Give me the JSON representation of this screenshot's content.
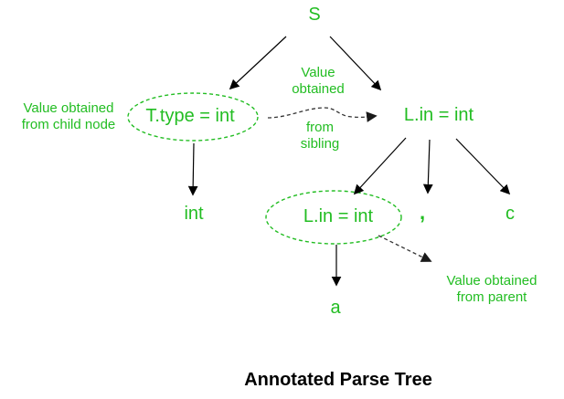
{
  "diagram": {
    "caption": "Annotated Parse Tree",
    "colors": {
      "node_green": "#22bd22",
      "solid_arrow": "#000000",
      "dashed_arrow": "#333333",
      "caption_black": "#000000",
      "background": "#ffffff"
    },
    "nodes": {
      "root": "S",
      "t_type": "T.type = int",
      "l_in": "L.in = int",
      "l_in_child": "L.in = int",
      "leaf_int": "int",
      "leaf_comma": ",",
      "leaf_c": "c",
      "leaf_a": "a"
    },
    "annotations": {
      "child_node": {
        "line1": "Value obtained",
        "line2": "from child node"
      },
      "sibling_top": {
        "line1": "Value",
        "line2": "obtained"
      },
      "sibling_bottom": {
        "line1": "from",
        "line2": "sibling"
      },
      "parent": {
        "line1": "Value obtained",
        "line2": "from parent"
      }
    }
  }
}
